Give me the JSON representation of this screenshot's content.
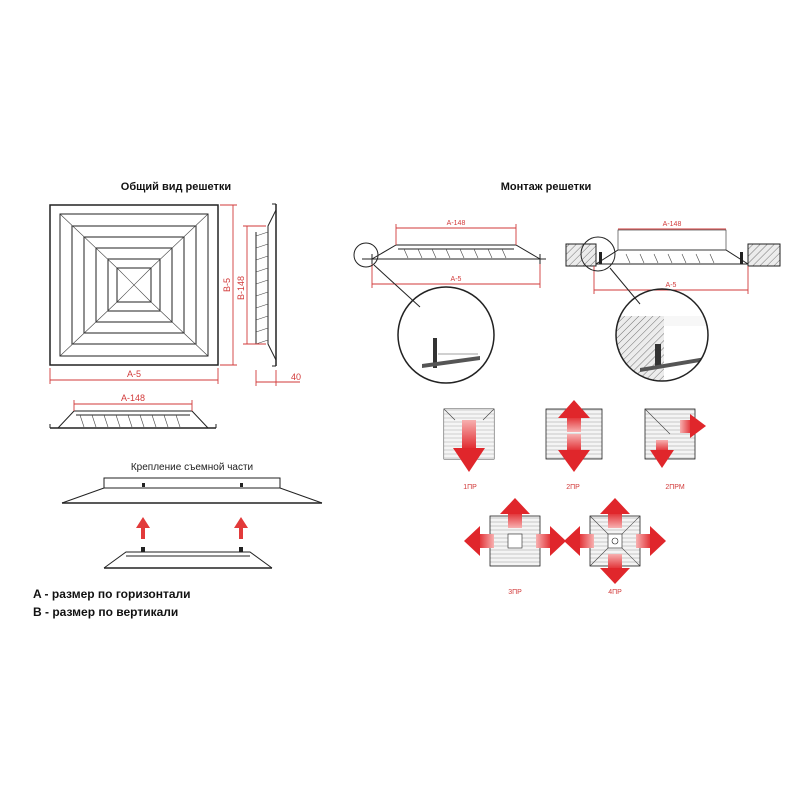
{
  "titles": {
    "general_view": "Общий вид решетки",
    "mounting": "Монтаж решетки",
    "removable_fixing": "Крепление съемной части"
  },
  "dimensions": {
    "a_minus_5": "A-5",
    "b_minus_5": "B-5",
    "a_minus_148": "A-148",
    "b_minus_148": "B-148",
    "depth_40": "40"
  },
  "legend": {
    "a": "A - размер по горизонтали",
    "b": "B - размер по вертикали"
  },
  "airflow_patterns": [
    "1ПР",
    "2ПР",
    "2ПРМ",
    "3ПР",
    "4ПР"
  ],
  "colors": {
    "line": "#222222",
    "dimension": "#d23a3a",
    "arrow": "#e23a3a"
  }
}
